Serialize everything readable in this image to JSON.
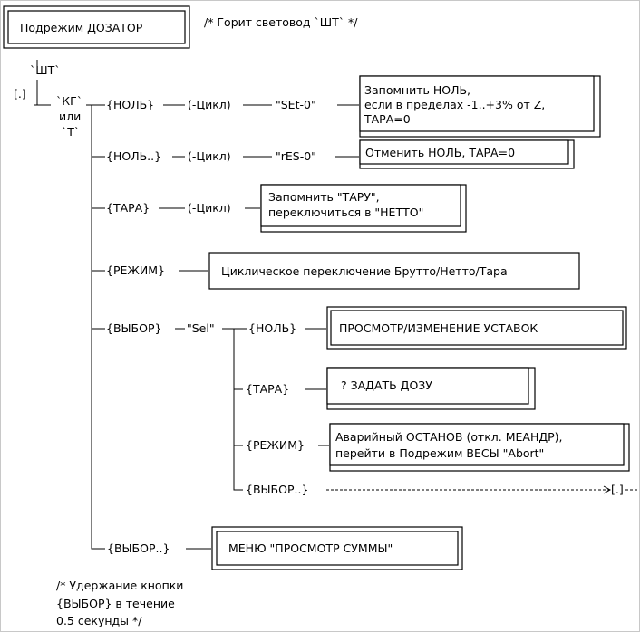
{
  "header": {
    "mode_box": "Подрежим ДОЗАТОР",
    "comment": "/* Горит световод `ШТ` */"
  },
  "left": {
    "sht": "`ШТ`",
    "bracket": "[.]",
    "kg": "`КГ`",
    "ili": "или",
    "t": "`Т`"
  },
  "branches": {
    "zero": {
      "key": "{НОЛЬ}",
      "cycle": "(-Цикл)",
      "code": "\"SEt-0\"",
      "action_lines": [
        "Запомнить НОЛЬ,",
        "если в пределах -1..+3% от Z,",
        "ТАРА=0"
      ]
    },
    "zero_long": {
      "key": "{НОЛЬ..}",
      "cycle": "(-Цикл)",
      "code": "\"rES-0\"",
      "action": "Отменить НОЛЬ,  ТАРА=0"
    },
    "tare": {
      "key": "{ТАРА}",
      "cycle": "(-Цикл)",
      "action_lines": [
        "Запомнить \"ТАРУ\",",
        "переключиться в \"НЕТТО\""
      ]
    },
    "mode": {
      "key": "{РЕЖИМ}",
      "action": "Циклическое переключение Брутто/Нетто/Тара"
    },
    "select": {
      "key": "{ВЫБОР}",
      "code": "\"Sel\"",
      "sub": {
        "zero": {
          "key": "{НОЛЬ}",
          "action": "ПРОСМОТР/ИЗМЕНЕНИЕ  УСТАВОК"
        },
        "tare": {
          "key": "{ТАРА}",
          "action": "? ЗАДАТЬ ДОЗУ"
        },
        "mode": {
          "key": "{РЕЖИМ}",
          "action_lines": [
            "Аварийный ОСТАНОВ (откл. МЕАНДР),",
            "перейти в Подрежим ВЕСЫ \"Abort\""
          ]
        },
        "select_long": {
          "key": "{ВЫБОР..}",
          "target": "[.]"
        }
      }
    },
    "select_long": {
      "key": "{ВЫБОР..}",
      "action": "МЕНЮ \"ПРОСМОТР СУММЫ\""
    }
  },
  "footer": {
    "lines": [
      "/* Удержание кнопки",
      "{ВЫБОР} в течение",
      "0.5 секунды */"
    ]
  }
}
